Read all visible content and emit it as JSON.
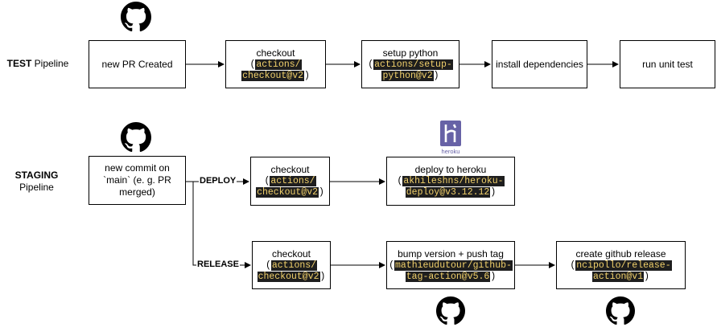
{
  "test": {
    "label_bold": "TEST",
    "label_rest": " Pipeline",
    "steps": {
      "pr": "new PR Created",
      "checkout": {
        "title": "checkout",
        "code_l1": "actions/",
        "code_l2": "checkout@v2"
      },
      "python": {
        "title": "setup python",
        "code_l1": "actions/setup-",
        "code_l2": "python@v2"
      },
      "deps": "install dependencies",
      "tests": "run unit test"
    }
  },
  "staging": {
    "label_bold": "STAGING",
    "label_rest": "Pipeline",
    "commit": {
      "l1": "new commit on",
      "l2": "`main` (e. g. PR",
      "l3": "merged)"
    },
    "deploy_label": "DEPLOY",
    "release_label": "RELEASE",
    "deploy_checkout": {
      "title": "checkout",
      "code_l1": "actions/",
      "code_l2": "checkout@v2"
    },
    "heroku_deploy": {
      "title": "deploy to heroku",
      "code_l1": "akhileshns/heroku-",
      "code_l2": "deploy@v3.12.12"
    },
    "release_checkout": {
      "title": "checkout",
      "code_l1": "actions/",
      "code_l2": "checkout@v2"
    },
    "bump": {
      "title": "bump version + push tag",
      "code_l1": "mathieudutour/github-",
      "code_l2": "tag-action@v5.6"
    },
    "gh_release": {
      "title": "create github release",
      "code_l1": "ncipollo/release-",
      "code_l2": "action@v1"
    },
    "heroku_logo_text": "heroku"
  },
  "colors": {
    "heroku_purple": "#6762a6",
    "code_bg": "#1e1e1e",
    "code_fg": "#f2d16b"
  },
  "icons": [
    "github-icon",
    "heroku-icon"
  ]
}
